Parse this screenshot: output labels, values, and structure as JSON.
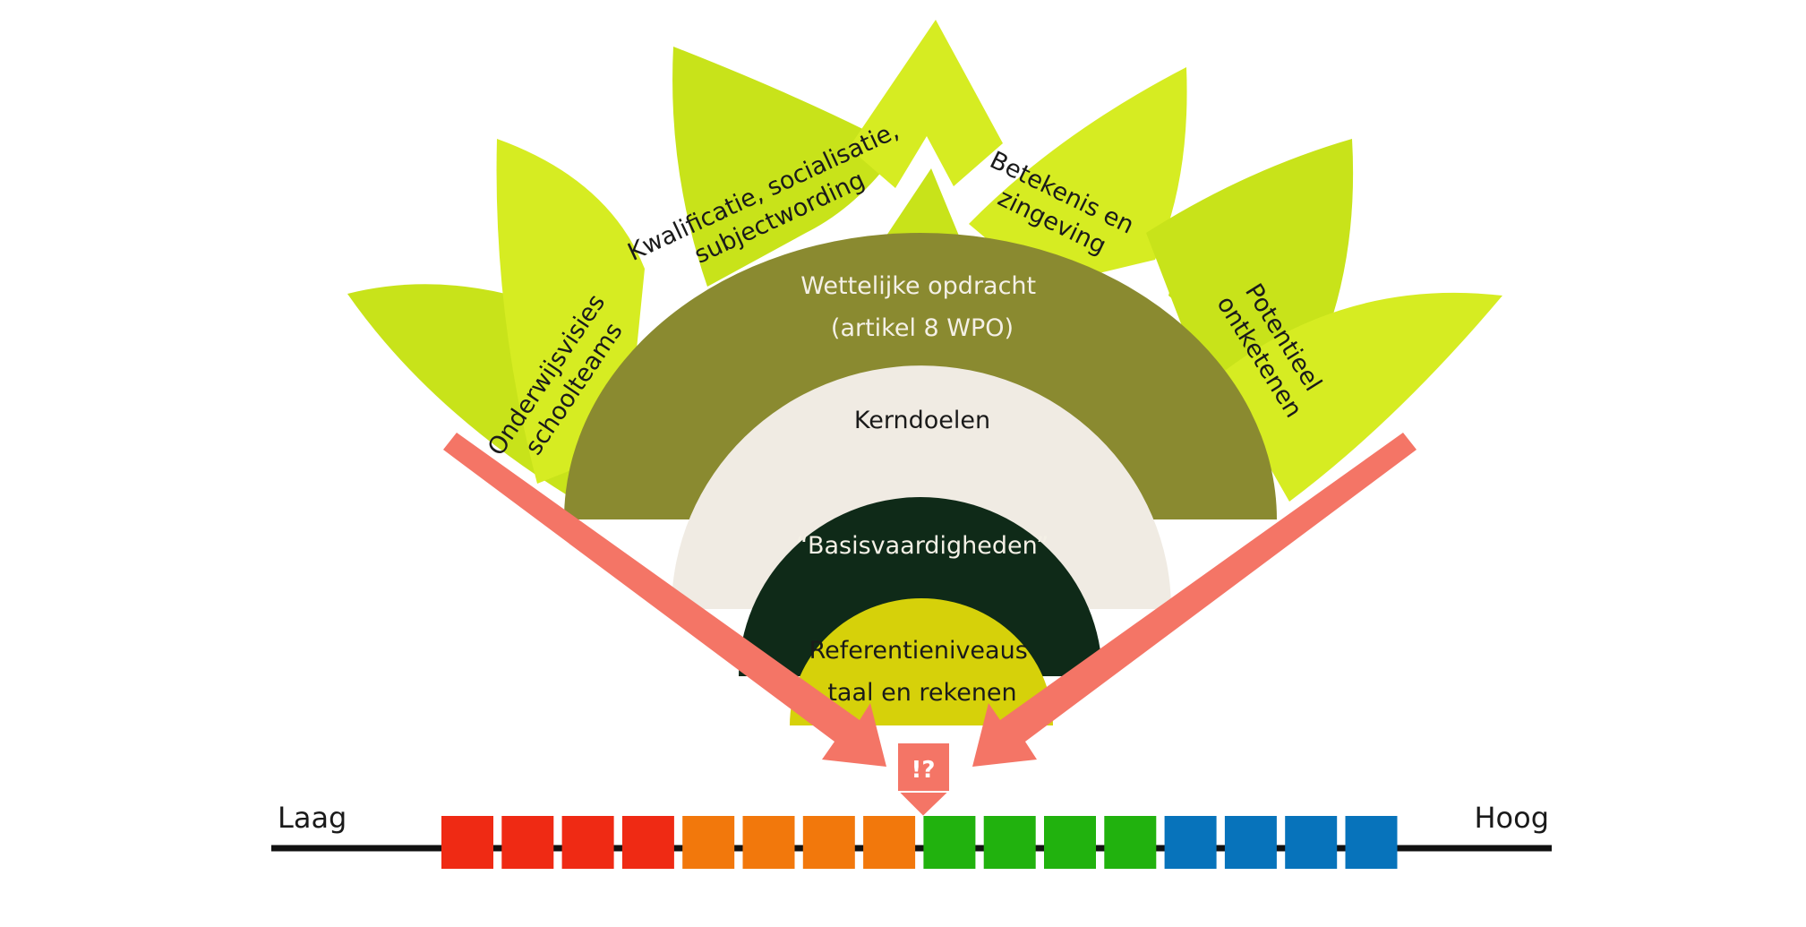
{
  "colors": {
    "leaf": "#c8e31a",
    "leaf_light": "#d6ec22",
    "ring_olive": "#8a8a30",
    "ring_cream": "#f0ebe3",
    "ring_dark": "#0f2a18",
    "core_yellow": "#d6d10a",
    "arrow": "#f47566",
    "line": "#111111",
    "scale_red": "#ef2a14",
    "scale_orange": "#f2780c",
    "scale_green": "#21b20e",
    "scale_blue": "#0773bb"
  },
  "leaves": {
    "onderwijsvisies": [
      "Onderwijsvisies",
      "schoolteams"
    ],
    "kwalificatie": [
      "Kwalificatie, socialisatie,",
      "subjectwording"
    ],
    "betekenis": [
      "Betekenis en",
      "zingeving"
    ],
    "potentieel": [
      "Potentieel",
      "ontketenen"
    ]
  },
  "rings": {
    "wettelijk": [
      "Wettelijke opdracht",
      "(artikel 8 WPO)"
    ],
    "kerndoelen": "Kerndoelen",
    "basis": "“Basisvaardigheden”",
    "referentie": [
      "Referentieniveaus",
      "taal en rekenen"
    ]
  },
  "marker": "!?",
  "scale": {
    "low": "Laag",
    "high": "Hoog",
    "blocks": [
      "red",
      "red",
      "red",
      "red",
      "orange",
      "orange",
      "orange",
      "orange",
      "green",
      "green",
      "green",
      "green",
      "blue",
      "blue",
      "blue",
      "blue"
    ]
  }
}
